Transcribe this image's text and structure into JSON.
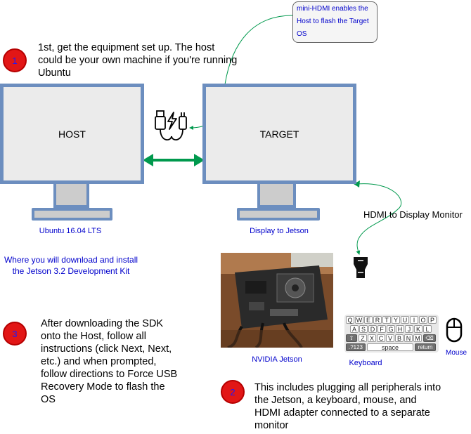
{
  "host": {
    "label": "HOST",
    "caption": "Ubuntu 16.04 LTS"
  },
  "target": {
    "label": "TARGET",
    "caption": "Display to Jetson"
  },
  "note": {
    "text": "mini-HDMI enables the Host to flash the Target OS"
  },
  "hdmi_label": "HDMI to Display Monitor",
  "host_purpose": "Where you will download and install the Jetson 3.2 Development Kit",
  "steps": [
    {
      "number": "1",
      "text": "1st, get the equipment set up.  The host could be your own machine if you're running Ubuntu"
    },
    {
      "number": "2",
      "text": "This includes plugging all peripherals into the Jetson, a keyboard, mouse, and HDMI adapter connected to a separate monitor"
    },
    {
      "number": "3",
      "text": "After downloading the SDK onto the Host, follow all instructions (click Next, Next, etc.) and when prompted, follow directions to Force USB Recovery Mode to flash the OS"
    }
  ],
  "peripherals": {
    "jetson": "NVIDIA Jetson",
    "keyboard": "Keyboard",
    "mouse": "Mouse"
  },
  "keyboard_keys": {
    "row1": [
      "Q",
      "W",
      "E",
      "R",
      "T",
      "Y",
      "U",
      "I",
      "O",
      "P"
    ],
    "row2": [
      "A",
      "S",
      "D",
      "F",
      "G",
      "H",
      "J",
      "K",
      "L"
    ],
    "row3": [
      "Z",
      "X",
      "C",
      "V",
      "B",
      "N",
      "M"
    ],
    "row4": [
      ".?123",
      "space",
      "return"
    ]
  },
  "colors": {
    "monitor_border": "#6c8ebf",
    "connector_arrow": "#00994d",
    "badge": "#e21616",
    "caption_text": "#0000cc"
  }
}
